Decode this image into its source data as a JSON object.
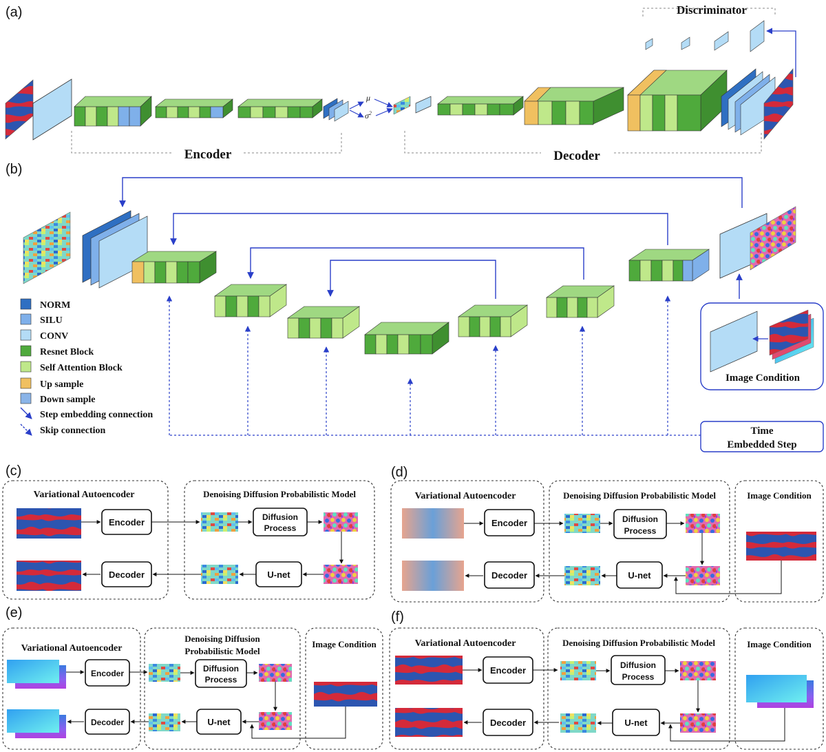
{
  "panels": {
    "a": "(a)",
    "b": "(b)",
    "c": "(c)",
    "d": "(d)",
    "e": "(e)",
    "f": "(f)"
  },
  "panel_a": {
    "discriminator": "Discriminator",
    "encoder": "Encoder",
    "decoder": "Decoder",
    "mu": "μ",
    "sigma": "σ",
    "sigma_exp": "2"
  },
  "panel_b": {
    "legend": [
      {
        "label": "NORM",
        "color": "#2f6fc2"
      },
      {
        "label": "SILU",
        "color": "#7fb0ea"
      },
      {
        "label": "CONV",
        "color": "#b4dcf6"
      },
      {
        "label": "Resnet Block",
        "color": "#4faa3c"
      },
      {
        "label": "Self Attention Block",
        "color": "#bfe88a"
      },
      {
        "label": "Up  sample",
        "color": "#f0c060"
      },
      {
        "label": "Down  sample",
        "color": "#8ab4e8"
      },
      {
        "label": "Step embedding connection",
        "color": "#2a3fc9"
      },
      {
        "label": "Skip connection",
        "color": "#2a3fc9"
      }
    ],
    "image_condition": "Image Condition",
    "time_line1": "Time",
    "time_line2": "Embedded Step"
  },
  "pipelines": {
    "vae_title": "Variational  Autoencoder",
    "ddpm_title": "Denoising Diffusion Probabilistic Model",
    "ddpm_line1": "Denoising Diffusion",
    "ddpm_line2": "Probabilistic Model",
    "image_condition": "Image Condition",
    "encoder": "Encoder",
    "decoder": "Decoder",
    "diffusion_line1": "Diffusion",
    "diffusion_line2": "Process",
    "unet": "U-net"
  },
  "colors": {
    "dark_green": "#4faa3c",
    "light_green": "#bfe88a",
    "conv": "#b4dcf6",
    "norm": "#2f6fc2",
    "silu": "#7fb0ea",
    "upsample": "#f0c060",
    "arrow_blue": "#2a3fc9",
    "red": "#d42a3a",
    "blue": "#2c55b0"
  }
}
